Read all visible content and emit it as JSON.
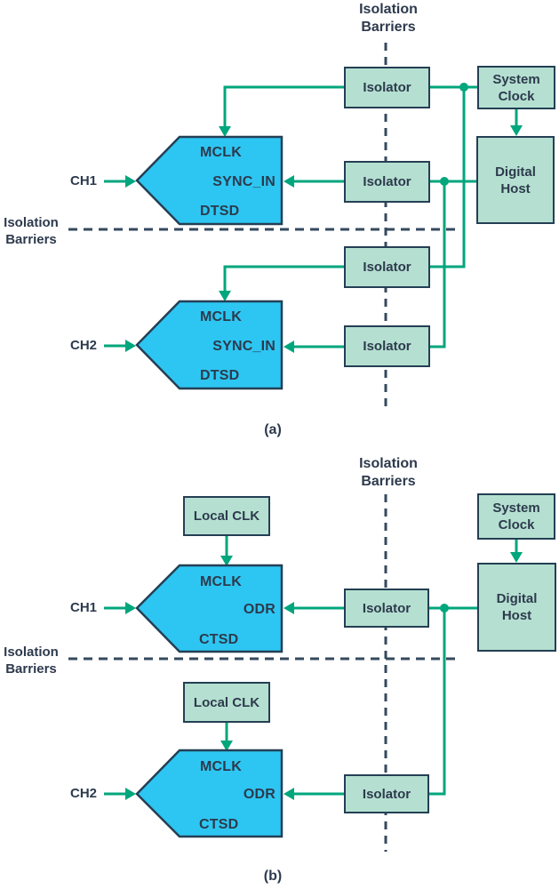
{
  "colors": {
    "box_fill": "#b5e0d1",
    "box_border": "#243f54",
    "adc_fill": "#2dc6f2",
    "connector_green": "#00a67c",
    "dashed_line": "#34495e",
    "text": "#2d3a4d"
  },
  "diagram_a": {
    "caption": "(a)",
    "top_barrier_label": "Isolation Barriers",
    "left_barrier_label": "Isolation Barriers",
    "system_clock_label": "System Clock",
    "digital_host_label": "Digital Host",
    "isolator_labels": [
      "Isolator",
      "Isolator",
      "Isolator",
      "Isolator"
    ],
    "ch1": {
      "label": "CH1",
      "adc": {
        "clock_pin": "MCLK",
        "sync_pin": "SYNC_IN",
        "core": "DTSD"
      }
    },
    "ch2": {
      "label": "CH2",
      "adc": {
        "clock_pin": "MCLK",
        "sync_pin": "SYNC_IN",
        "core": "DTSD"
      }
    }
  },
  "diagram_b": {
    "caption": "(b)",
    "top_barrier_label": "Isolation Barriers",
    "left_barrier_label": "Isolation Barriers",
    "system_clock_label": "System Clock",
    "digital_host_label": "Digital Host",
    "local_clk_labels": [
      "Local CLK",
      "Local CLK"
    ],
    "isolator_labels": [
      "Isolator",
      "Isolator"
    ],
    "ch1": {
      "label": "CH1",
      "adc": {
        "clock_pin": "MCLK",
        "odr_pin": "ODR",
        "core": "CTSD"
      }
    },
    "ch2": {
      "label": "CH2",
      "adc": {
        "clock_pin": "MCLK",
        "odr_pin": "ODR",
        "core": "CTSD"
      }
    }
  }
}
